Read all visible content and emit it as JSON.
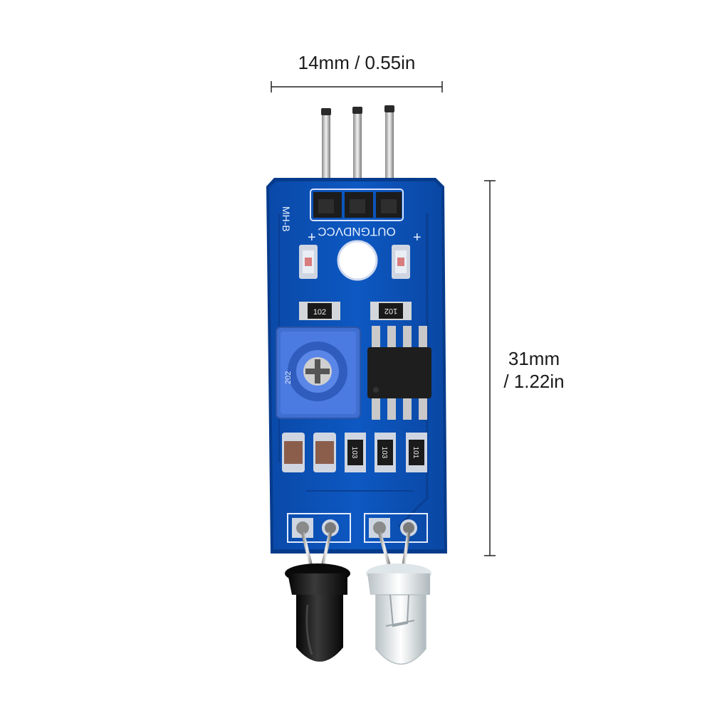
{
  "dimensions": {
    "width_label": "14mm / 0.55in",
    "height_label_line1": "31mm",
    "height_label_line2": "/ 1.22in"
  },
  "board": {
    "silkscreen_pins": "OUTGNDVCC",
    "model_text": "MH-B",
    "resistor_code_top_left": "102",
    "resistor_code_top_right": "102",
    "potentiometer_code": "202",
    "resistor_code_mid_1": "103",
    "resistor_code_mid_2": "103",
    "resistor_code_mid_3": "101"
  },
  "colors": {
    "pcb": "#0b4fb0",
    "pcb_edge": "#063b8c",
    "header": "#1c1c1c",
    "pin": "#c8c8c8",
    "ic": "#1e1e1e",
    "pot": "#3f6fd1",
    "receiver_led": "#111111",
    "emitter_led": "#e6ecee"
  }
}
